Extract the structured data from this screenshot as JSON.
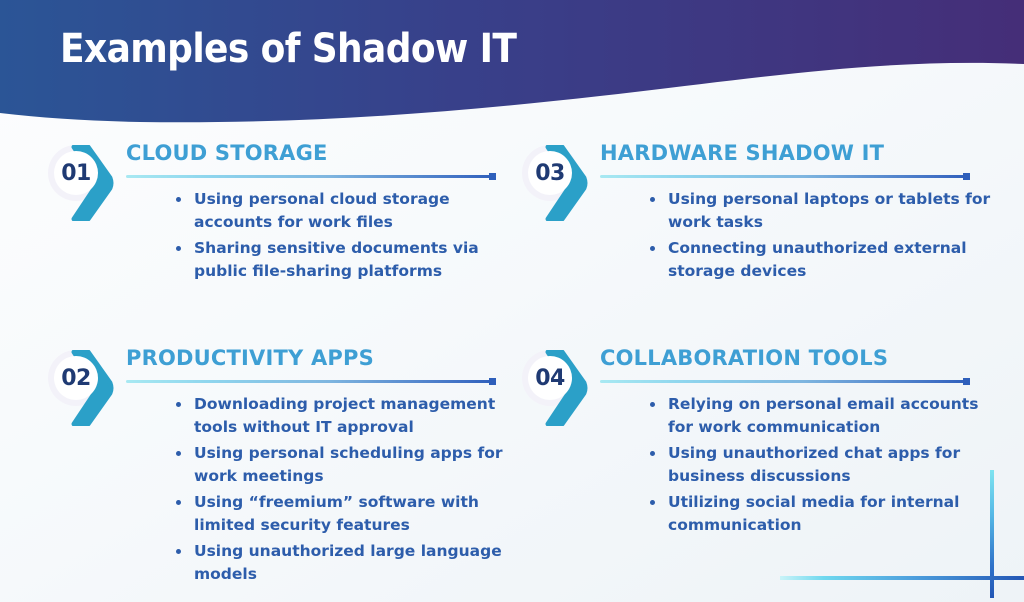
{
  "header": {
    "title": "Examples of Shadow IT",
    "gradient_from": "#2b5596",
    "gradient_to": "#452e78"
  },
  "theme": {
    "heading_color": "#3e9fd4",
    "body_color": "#2d5dab",
    "number_color": "#1f3a73",
    "chevron_color": "#2ba0c8",
    "badge_circle_color": "#f3f2f9",
    "accent_line_from": "#a8e9f2",
    "accent_line_to": "#2e5fbb"
  },
  "sections": [
    {
      "number": "01",
      "title": "CLOUD STORAGE",
      "bullets": [
        "Using personal cloud storage accounts for work files",
        "Sharing sensitive documents via public file-sharing platforms"
      ]
    },
    {
      "number": "03",
      "title": "HARDWARE SHADOW IT",
      "bullets": [
        "Using personal laptops or tablets for work tasks",
        "Connecting unauthorized external storage devices"
      ]
    },
    {
      "number": "02",
      "title": "PRODUCTIVITY APPS",
      "bullets": [
        "Downloading project management tools without IT approval",
        "Using personal scheduling apps for work meetings",
        "Using “freemium” software with limited security features",
        "Using unauthorized large language models"
      ]
    },
    {
      "number": "04",
      "title": "COLLABORATION TOOLS",
      "bullets": [
        "Relying on personal email accounts for work communication",
        "Using unauthorized chat apps for business discussions",
        "Utilizing social media for internal communication"
      ]
    }
  ]
}
